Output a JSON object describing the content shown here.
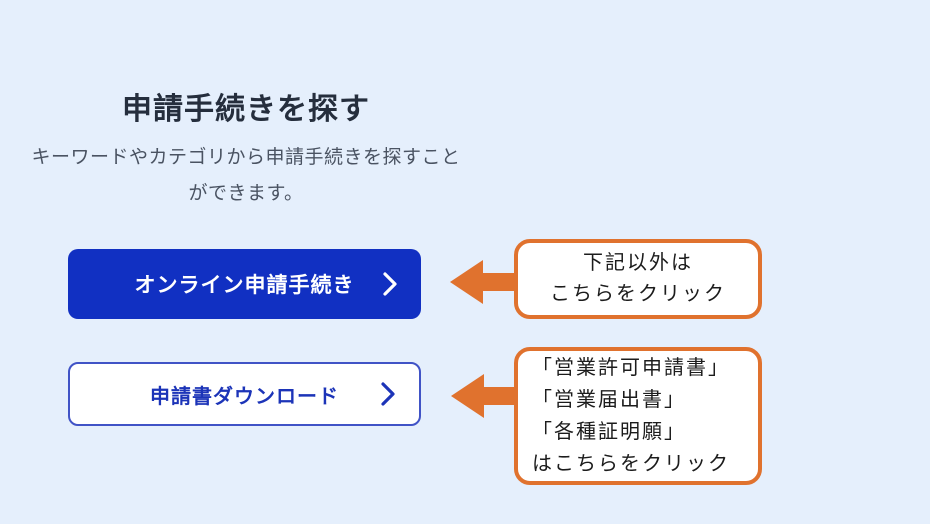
{
  "colors": {
    "page_background": "#e5effc",
    "primary_button_blue": "#1130c2",
    "secondary_button_border_blue": "#4053c6",
    "secondary_button_text_blue": "#1c34b8",
    "callout_orange": "#e0722e",
    "title_text": "#252e3d",
    "subtitle_text": "#4a5362"
  },
  "section": {
    "title": "申請手続きを探す",
    "subtitle_line1": "キーワードやカテゴリから申請手続きを探すこと",
    "subtitle_line2": "ができます。"
  },
  "buttons": {
    "online": {
      "label": "オンライン申請手続き"
    },
    "download": {
      "label": "申請書ダウンロード"
    }
  },
  "callouts": {
    "online_note": {
      "line1": "下記以外は",
      "line2": "こちらをクリック"
    },
    "download_note": {
      "line1": "「営業許可申請書」",
      "line2": "「営業届出書」",
      "line3": "「各種証明願」",
      "line4": "はこちらをクリック"
    }
  }
}
